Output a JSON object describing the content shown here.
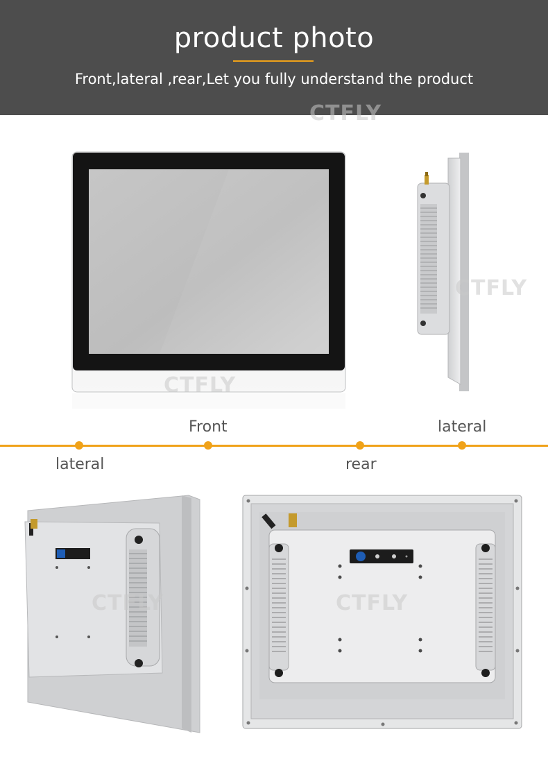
{
  "header": {
    "title": "product photo",
    "subtitle": "Front,lateral ,rear,Let you fully understand the product"
  },
  "watermark": "CTFLY",
  "timeline": {
    "labels": {
      "front": "Front",
      "lateral_right": "lateral",
      "lateral_left": "lateral",
      "rear": "rear"
    }
  },
  "colors": {
    "header_bg": "#4d4d4d",
    "accent": "#f0a219",
    "screen": "#c8c8c8",
    "bezel": "#111111",
    "aluminium": "#d9dadb"
  }
}
